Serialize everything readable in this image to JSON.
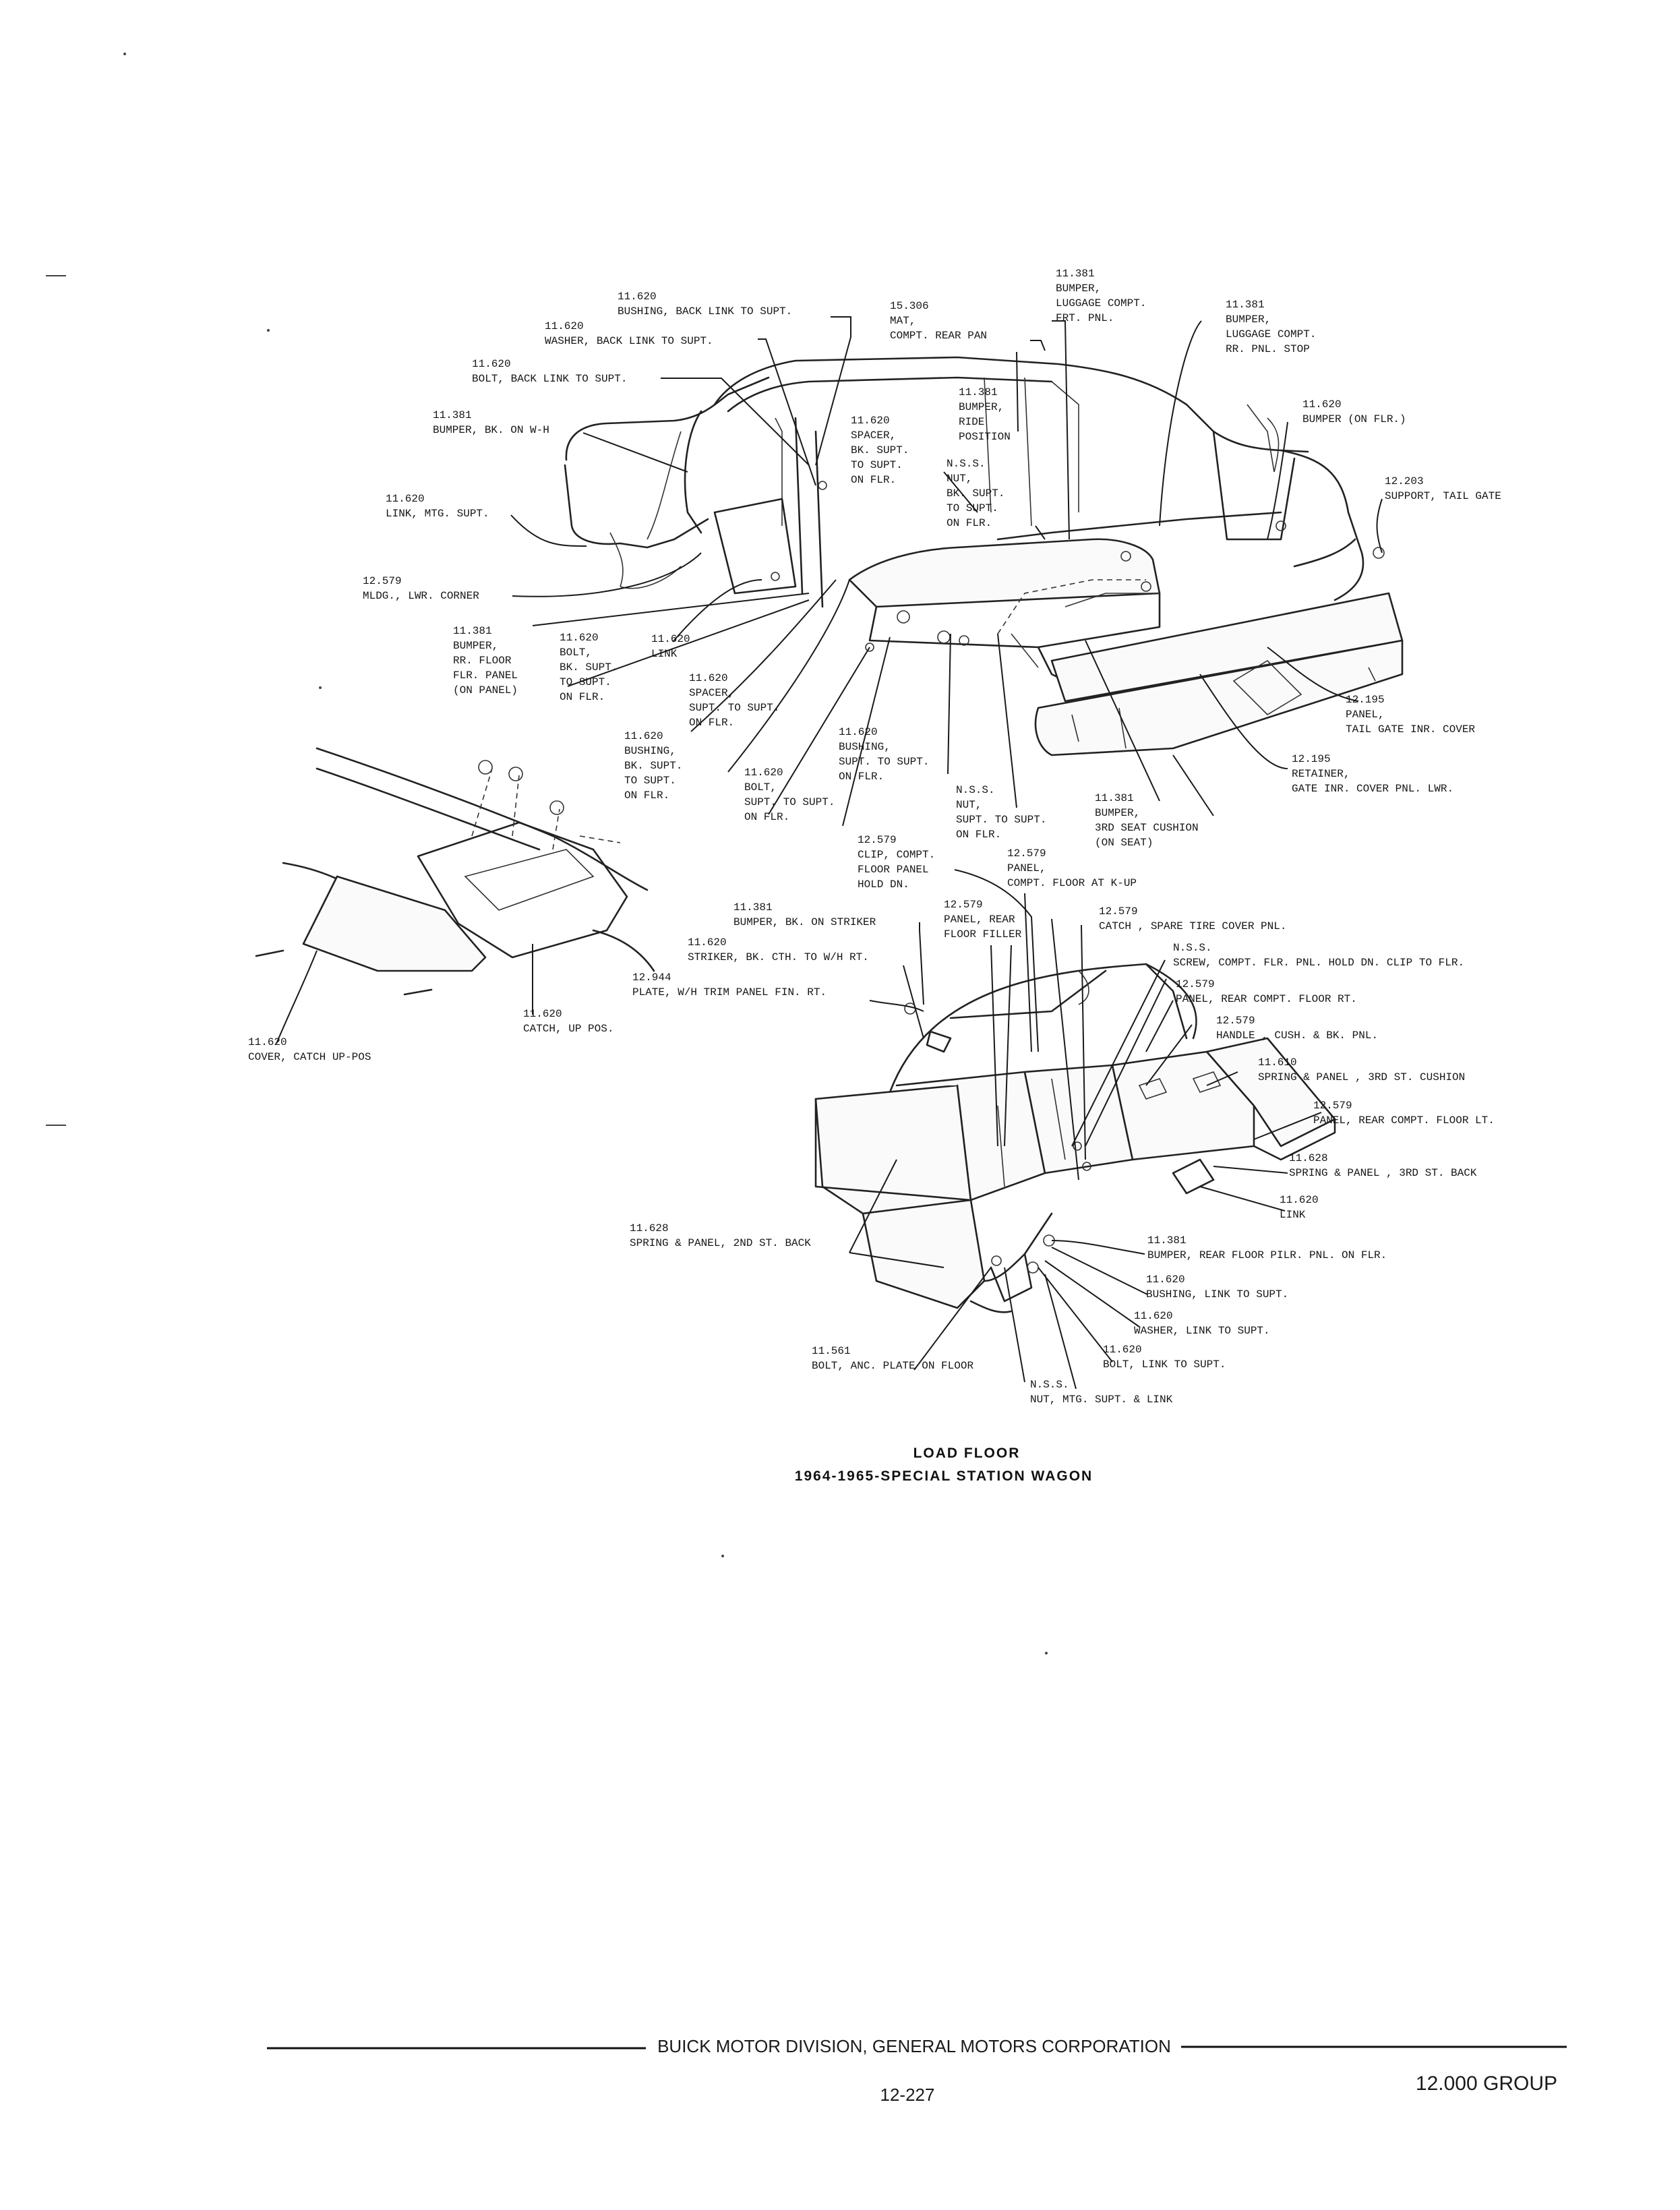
{
  "caption": {
    "title": "LOAD FLOOR",
    "subtitle": "1964-1965-SPECIAL STATION WAGON"
  },
  "footer": {
    "division": "BUICK MOTOR DIVISION, GENERAL MOTORS CORPORATION",
    "page_number": "12-227",
    "group": "12.000 GROUP"
  },
  "callouts": {
    "c01": [
      "11.620",
      "BUSHING, BACK LINK TO SUPT."
    ],
    "c02": [
      "11.620",
      "WASHER, BACK LINK TO SUPT."
    ],
    "c03": [
      "11.620",
      "BOLT, BACK LINK TO SUPT."
    ],
    "c04": [
      "11.381",
      "BUMPER, BK. ON W-H"
    ],
    "c05": [
      "11.620",
      "LINK, MTG. SUPT."
    ],
    "c06": [
      "12.579",
      "MLDG., LWR. CORNER"
    ],
    "c07": [
      "11.381",
      "BUMPER,",
      "RR. FLOOR",
      "FLR. PANEL",
      "(ON PANEL)"
    ],
    "c08": [
      "11.620",
      "BOLT,",
      "BK. SUPT.",
      "TO SUPT.",
      "ON FLR."
    ],
    "c09": [
      "11.620",
      "LINK"
    ],
    "c10": [
      "15.306",
      "MAT,",
      "COMPT. REAR PAN"
    ],
    "c11": [
      "11.620",
      "SPACER,",
      "BK. SUPT.",
      "TO SUPT.",
      "ON FLR."
    ],
    "c12": [
      "11.381",
      "BUMPER,",
      "RIDE",
      "POSITION"
    ],
    "c13": [
      "N.S.S.",
      "NUT,",
      "BK. SUPT.",
      "TO SUPT.",
      "ON FLR."
    ],
    "c14": [
      "11.381",
      "BUMPER,",
      "LUGGAGE COMPT.",
      "FRT. PNL."
    ],
    "c15": [
      "11.381",
      "BUMPER,",
      "LUGGAGE COMPT.",
      "RR. PNL. STOP"
    ],
    "c16": [
      "11.620",
      "BUMPER (ON FLR.)"
    ],
    "c17": [
      "12.203",
      "SUPPORT, TAIL GATE"
    ],
    "c18": [
      "11.620",
      "SPACER,",
      "SUPT. TO SUPT.",
      "ON FLR."
    ],
    "c19": [
      "11.620",
      "BUSHING,",
      "BK. SUPT.",
      "TO SUPT.",
      "ON FLR."
    ],
    "c20": [
      "11.620",
      "BOLT,",
      "SUPT. TO SUPT.",
      "ON FLR."
    ],
    "c21": [
      "11.620",
      "BUSHING,",
      "SUPT. TO SUPT.",
      "ON FLR."
    ],
    "c22": [
      "N.S.S.",
      "NUT,",
      "SUPT. TO SUPT.",
      "ON FLR."
    ],
    "c23": [
      "11.381",
      "BUMPER,",
      "3RD SEAT CUSHION",
      "(ON SEAT)"
    ],
    "c24": [
      "12.195",
      "PANEL,",
      "TAIL GATE INR. COVER"
    ],
    "c25": [
      "12.195",
      "RETAINER,",
      "GATE INR. COVER PNL. LWR."
    ],
    "c26": [
      "11.620",
      "COVER, CATCH UP-POS"
    ],
    "c27": [
      "11.620",
      "CATCH, UP POS."
    ],
    "c28": [
      "12.579",
      "CLIP, COMPT.",
      "FLOOR PANEL",
      "HOLD DN."
    ],
    "c29": [
      "12.579",
      "PANEL,",
      "COMPT. FLOOR AT K-UP"
    ],
    "c30": [
      "11.381",
      "BUMPER, BK. ON STRIKER"
    ],
    "c31": [
      "11.620",
      "STRIKER, BK. CTH. TO W/H RT."
    ],
    "c32": [
      "12.944",
      "PLATE, W/H TRIM PANEL FIN. RT."
    ],
    "c33": [
      "12.579",
      "PANEL, REAR",
      "FLOOR FILLER"
    ],
    "c34": [
      "12.579",
      "CATCH , SPARE TIRE COVER PNL."
    ],
    "c35": [
      "N.S.S.",
      "SCREW, COMPT. FLR. PNL. HOLD DN. CLIP TO FLR."
    ],
    "c36": [
      "12.579",
      "PANEL, REAR COMPT. FLOOR RT."
    ],
    "c37": [
      "12.579",
      "HANDLE , CUSH. & BK. PNL."
    ],
    "c38": [
      "11.610",
      "SPRING & PANEL , 3RD ST. CUSHION"
    ],
    "c39": [
      "12.579",
      "PANEL, REAR COMPT. FLOOR LT."
    ],
    "c40": [
      "11.628",
      "SPRING & PANEL , 3RD ST. BACK"
    ],
    "c41": [
      "11.620",
      "LINK"
    ],
    "c42": [
      "11.381",
      "BUMPER, REAR FLOOR PILR. PNL. ON FLR."
    ],
    "c43": [
      "11.620",
      "BUSHING, LINK TO SUPT."
    ],
    "c44": [
      "11.620",
      "WASHER, LINK TO SUPT."
    ],
    "c45": [
      "11.620",
      "BOLT, LINK TO SUPT."
    ],
    "c46": [
      "N.S.S.",
      "NUT, MTG. SUPT. & LINK"
    ],
    "c47": [
      "11.628",
      "SPRING & PANEL, 2ND ST. BACK"
    ],
    "c48": [
      "11.561",
      "BOLT, ANC. PLATE ON FLOOR"
    ]
  }
}
